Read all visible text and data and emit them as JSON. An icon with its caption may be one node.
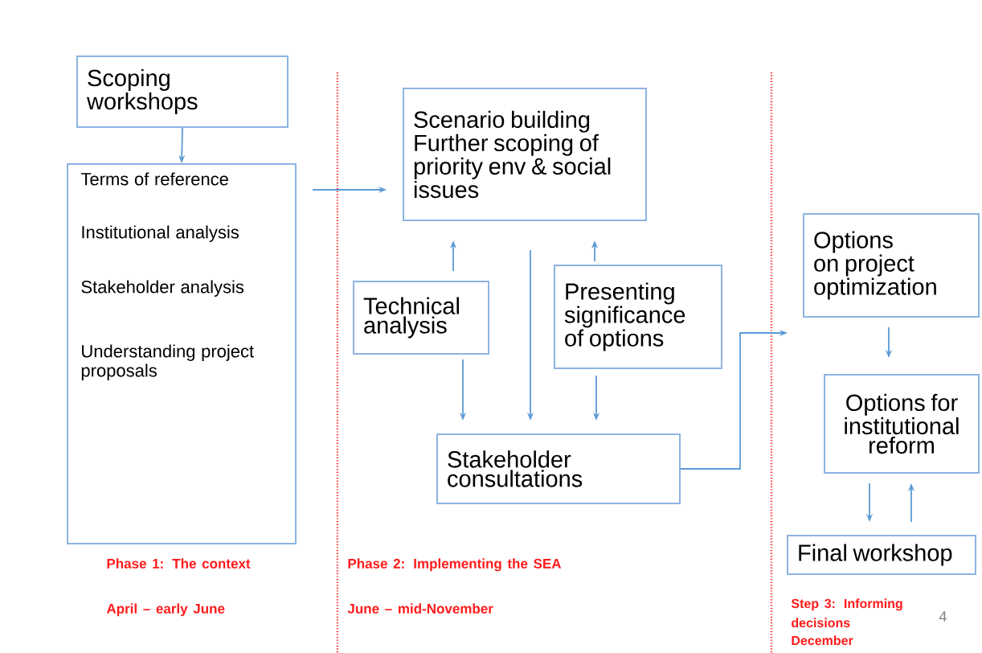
{
  "diagram": {
    "nodes": [
      {
        "text": [
          "Scoping workshops"
        ]
      },
      {
        "text": [
          "Terms of reference",
          "Institutional analysis",
          "Stakeholder analysis",
          "Understanding project proposals"
        ]
      },
      {
        "text": [
          "Scenario building",
          "Further scoping of priority env & social issues"
        ]
      },
      {
        "text": [
          "Technical analysis"
        ]
      },
      {
        "text": [
          "Presenting significance of options"
        ]
      },
      {
        "text": [
          "Stakeholder consultations"
        ]
      },
      {
        "text": [
          "Options on project optimization"
        ]
      },
      {
        "text": [
          "Options for institutional reform"
        ]
      },
      {
        "text": [
          "Final workshop"
        ]
      }
    ],
    "edges": [
      {
        "from": 0,
        "to": 1,
        "arrow": "to"
      },
      {
        "from": 1,
        "to": 2,
        "arrow": "to"
      },
      {
        "from": 3,
        "to": 2,
        "arrow": "to"
      },
      {
        "from": 4,
        "to": 2,
        "arrow": "to"
      },
      {
        "from": 3,
        "to": 5,
        "arrow": "to"
      },
      {
        "from": 2,
        "to": 5,
        "arrow": "to"
      },
      {
        "from": 4,
        "to": 5,
        "arrow": "to"
      },
      {
        "from": 5,
        "to": null,
        "arrow": "to"
      },
      {
        "from": 6,
        "to": 7,
        "arrow": "to"
      },
      {
        "from": 7,
        "to": 8,
        "arrow": "to"
      },
      {
        "from": 8,
        "to": 7,
        "arrow": "to"
      }
    ],
    "labels": [
      "Phase 1:  The context",
      "April – early June",
      "Phase 2: Implementing the SEA",
      "June – mid-November",
      "Step 3: Informing decisions",
      "December",
      "4"
    ]
  }
}
